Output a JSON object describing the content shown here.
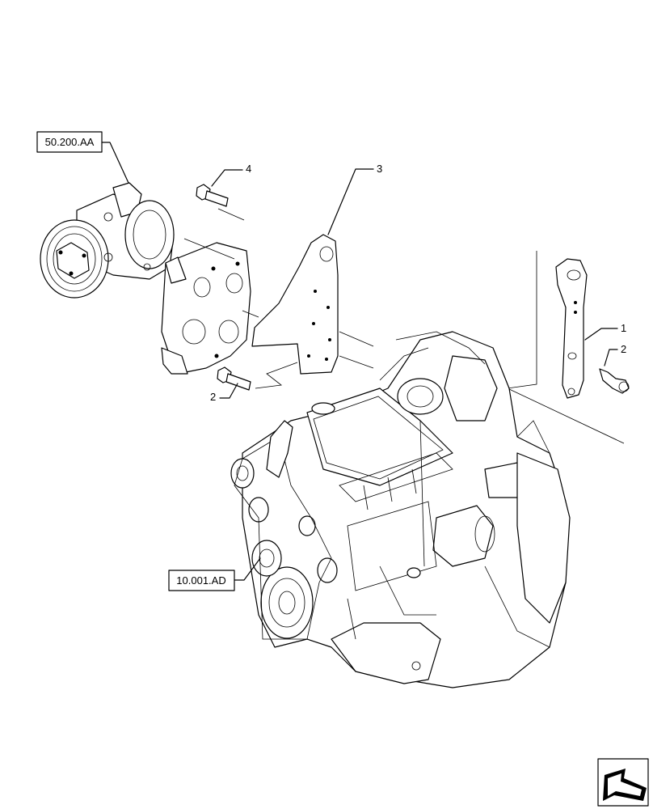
{
  "references": {
    "compressor_ref": "50.200.AA",
    "engine_ref": "10.001.AD"
  },
  "callouts": {
    "item_1": "1",
    "item_2_right": "2",
    "item_2_left": "2",
    "item_3": "3",
    "item_4": "4"
  },
  "icons": {
    "nav_arrow": "next-page-arrow-icon"
  }
}
